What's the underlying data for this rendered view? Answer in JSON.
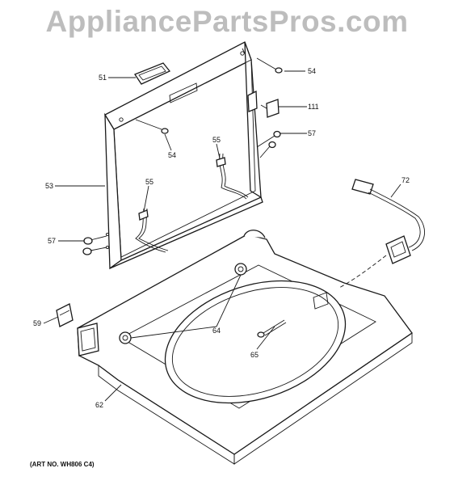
{
  "watermark": "AppliancePartsPros.com",
  "callouts": {
    "c51": "51",
    "c54a": "54",
    "c111": "111",
    "c54b": "54",
    "c55a": "55",
    "c57a": "57",
    "c53": "53",
    "c55b": "55",
    "c72": "72",
    "c57b": "57",
    "c59": "59",
    "c64": "64",
    "c65": "65",
    "c62": "62"
  },
  "art_number": "(ART NO. WH806 C4)"
}
